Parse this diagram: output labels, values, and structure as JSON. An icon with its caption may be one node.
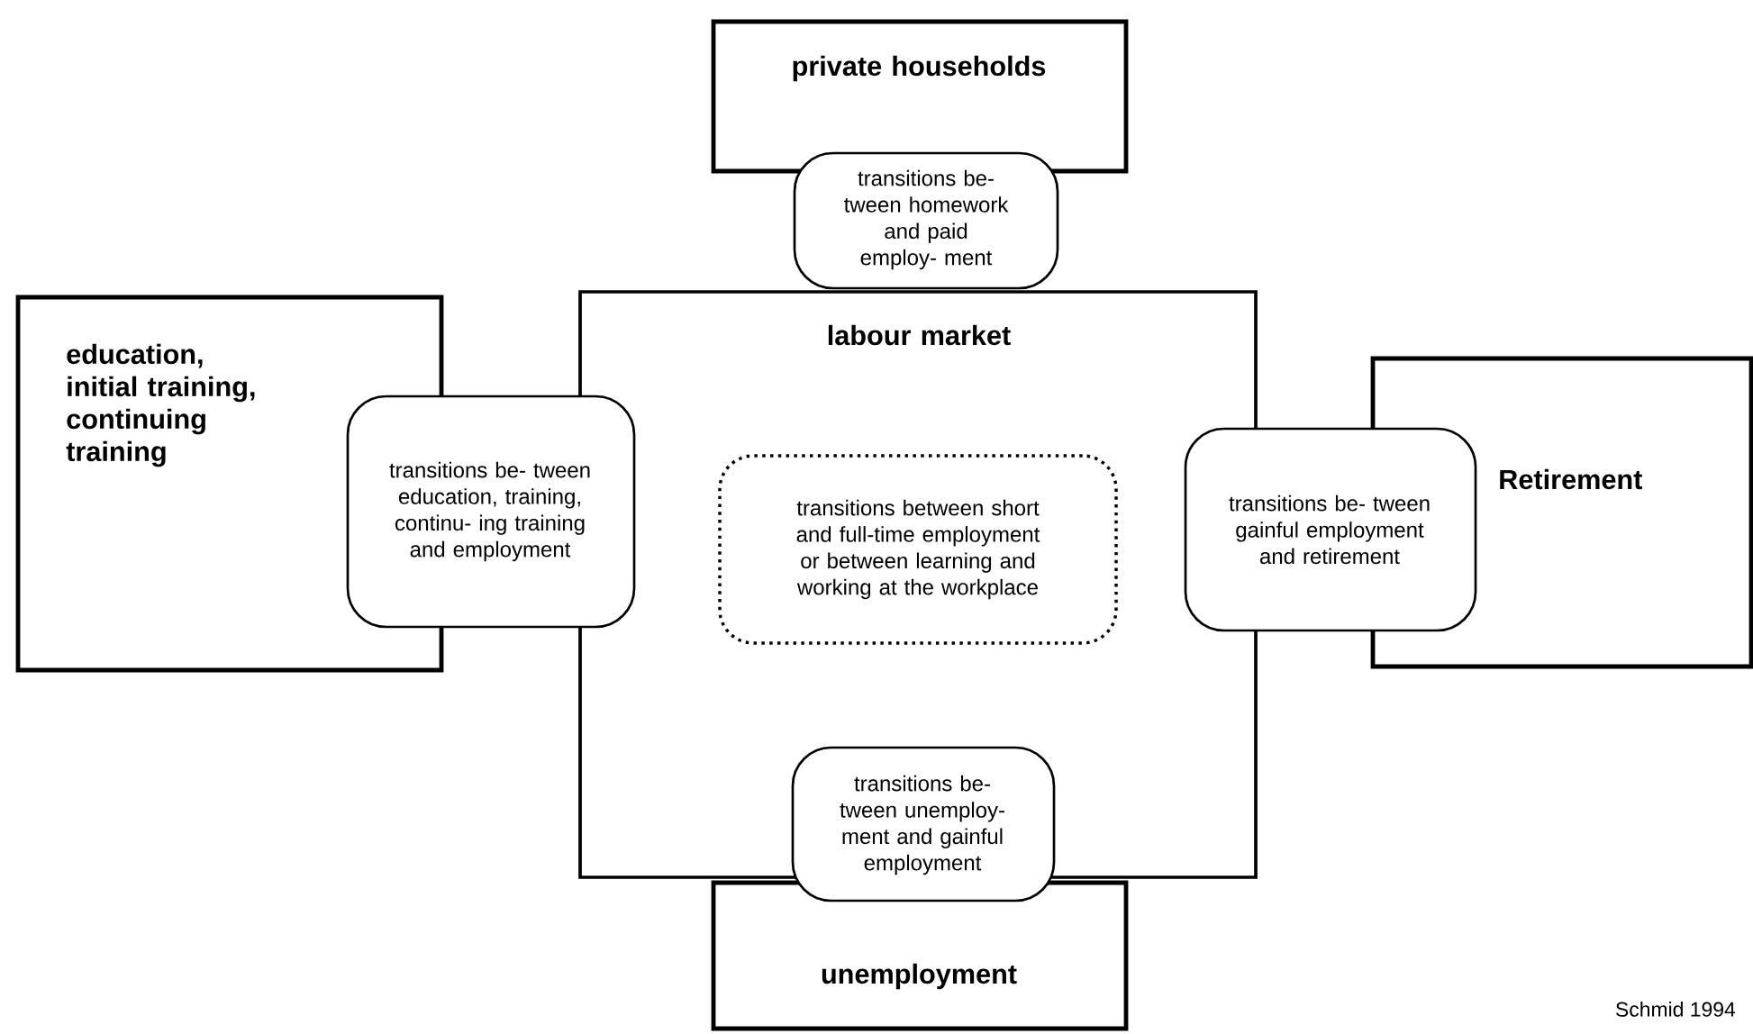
{
  "diagram": {
    "nodes": [
      {
        "text": [
          "private households"
        ]
      },
      {
        "text": [
          "transitions be- tween homework and paid employ- ment"
        ]
      },
      {
        "text": [
          "labour market"
        ]
      },
      {
        "text": [
          "education, initial training, continuing training"
        ]
      },
      {
        "text": [
          "transitions be- tween education, training, continu- ing training and employment"
        ]
      },
      {
        "text": [
          "transitions between short and full-time employment or between learning and working at the workplace"
        ],
        "in": 2
      },
      {
        "text": [
          "transitions be- tween gainful employment and retirement"
        ]
      },
      {
        "text": [
          "Retirement"
        ]
      },
      {
        "text": [
          "transitions be- tween unemploy- ment and gainful employment"
        ]
      },
      {
        "text": [
          "unemployment"
        ]
      }
    ],
    "labels": [
      "Schmid 1994"
    ]
  }
}
